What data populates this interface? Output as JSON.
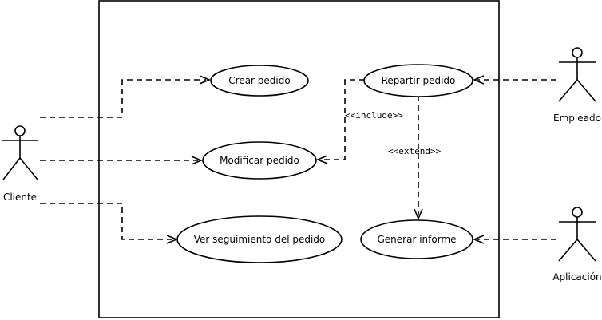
{
  "actors": {
    "cliente": "Cliente",
    "empleado": "Empleado",
    "aplicacion": "Aplicación"
  },
  "use_cases": {
    "crear_pedido": "Crear pedido",
    "modificar_pedido": "Modificar pedido",
    "ver_seguimiento": "Ver seguimiento del pedido",
    "repartir_pedido": "Repartir pedido",
    "generar_informe": "Generar informe"
  },
  "relations": {
    "include": "<<include>>",
    "extend": "<<extend>>"
  }
}
